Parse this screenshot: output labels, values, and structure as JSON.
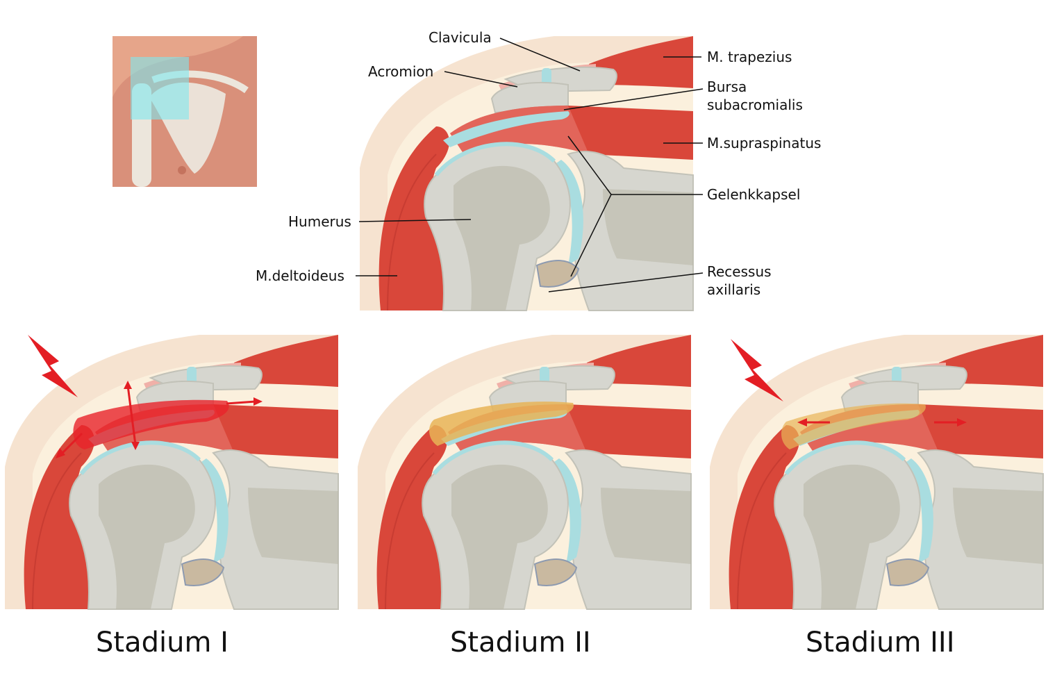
{
  "labels": {
    "clavicula": "Clavicula",
    "acromion": "Acromion",
    "trapezius": "M. trapezius",
    "bursa_line1": "Bursa",
    "bursa_line2": "subacromialis",
    "supraspinatus": "M.supraspinatus",
    "gelenkkapsel": "Gelenkkapsel",
    "humerus": "Humerus",
    "deltoideus": "M.deltoideus",
    "recessus_line1": "Recessus",
    "recessus_line2": "axillaris"
  },
  "stages": [
    {
      "title": "Stadium I"
    },
    {
      "title": "Stadium II"
    },
    {
      "title": "Stadium III"
    }
  ],
  "colors": {
    "muscle": "#d9473a",
    "muscle_dark": "#b8322a",
    "bone": "#d6d6cf",
    "bone_texture": "#b9b8a8",
    "skin": "#f6e3d0",
    "cartilage": "#a9dde0",
    "bursa_inflamed": "#e8232a",
    "bursa_fibrotic": "#e8b457",
    "arrow": "#e31e24",
    "leader": "#111111"
  }
}
